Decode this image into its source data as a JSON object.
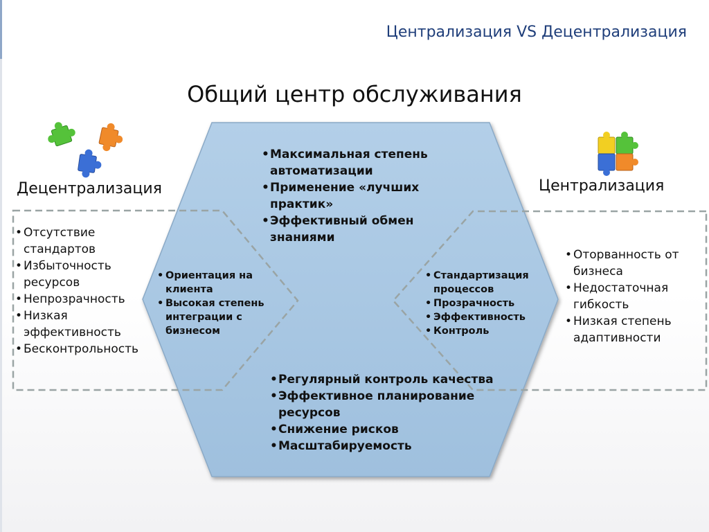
{
  "header": {
    "title": "Централизация VS Децентрализация"
  },
  "main_title": "Общий центр обслуживания",
  "left": {
    "title": "Децентрализация",
    "items": [
      "Отсутствие стандартов",
      "Избыточность ресурсов",
      "Непрозрачность",
      "Низкая эффективность",
      "Бесконтрольность"
    ]
  },
  "right": {
    "title": "Централизация",
    "items": [
      "Оторванность от бизнеса",
      "Недостаточная гибкость",
      "Низкая степень адаптивности"
    ]
  },
  "hexagon": {
    "top_items": [
      "Максимальная степень автоматизации",
      "Применение «лучших практик»",
      "Эффективный обмен знаниями"
    ],
    "bottom_items": [
      "Регулярный контроль качества",
      "Эффективное планирование ресурсов",
      "Снижение рисков",
      "Масштабируемость"
    ],
    "left_inner_items": [
      "Ориентация на клиента",
      "Высокая степень интеграции с бизнесом"
    ],
    "right_inner_items": [
      "Стандартизация процессов",
      "Прозрачность",
      "Эффективность",
      "Контроль"
    ]
  },
  "colors": {
    "hexagon_fill": "#a9c7e3",
    "dash_stroke": "#9aa4a4",
    "header_text": "#1f3e7a",
    "puzzle_green": "#55c23a",
    "puzzle_orange": "#f08a2a",
    "puzzle_blue": "#3b6fd6",
    "puzzle_yellow": "#f2cf22"
  },
  "icons": {
    "left_puzzles": "scattered-puzzle-pieces-icon",
    "right_puzzles": "assembled-puzzle-icon"
  }
}
